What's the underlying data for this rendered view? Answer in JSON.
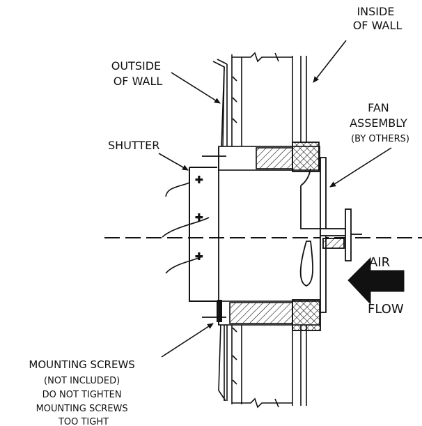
{
  "labels": {
    "inside_wall": [
      "INSIDE",
      "OF WALL"
    ],
    "outside_wall": [
      "OUTSIDE",
      "OF WALL"
    ],
    "fan_assembly": [
      "FAN",
      "ASSEMBLY",
      "(BY OTHERS)"
    ],
    "shutter": "SHUTTER",
    "air": "AIR",
    "flow": "FLOW",
    "mounting_screws": [
      "MOUNTING SCREWS",
      "(NOT INCLUDED)",
      "DO NOT TIGHTEN",
      "MOUNTING SCREWS",
      "TOO TIGHT"
    ]
  },
  "colors": {
    "ink": "#111111",
    "paper": "#ffffff"
  }
}
